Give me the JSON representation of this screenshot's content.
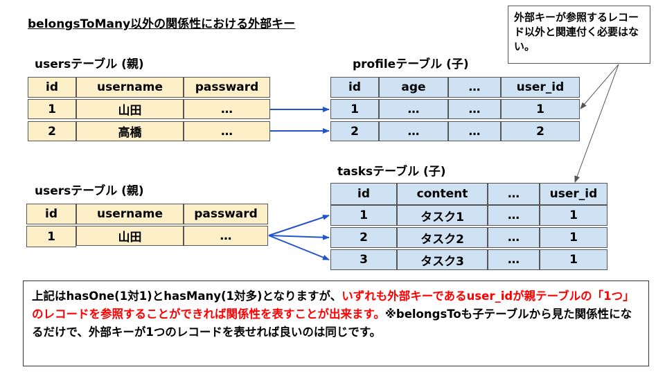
{
  "title": "belongsToMany以外の関係性における外部キー",
  "note": "外部キーが参照するレコード以外と関連付く必要はない。",
  "upper": {
    "parent_label": "usersテーブル (親)",
    "parent_headers": [
      "id",
      "username",
      "passward"
    ],
    "parent_rows": [
      [
        "1",
        "山田",
        "…"
      ],
      [
        "2",
        "高橋",
        "…"
      ]
    ],
    "child_label": "profileテーブル (子)",
    "child_headers": [
      "id",
      "age",
      "…",
      "user_id"
    ],
    "child_rows": [
      [
        "1",
        "…",
        "…",
        "1"
      ],
      [
        "2",
        "…",
        "…",
        "2"
      ]
    ]
  },
  "lower": {
    "parent_label": "usersテーブル (親)",
    "parent_headers": [
      "id",
      "username",
      "passward"
    ],
    "parent_rows": [
      [
        "1",
        "山田",
        "…"
      ]
    ],
    "child_label": "tasksテーブル (子)",
    "child_headers": [
      "id",
      "content",
      "…",
      "user_id"
    ],
    "child_rows": [
      [
        "1",
        "タスク1",
        "…",
        "1"
      ],
      [
        "2",
        "タスク2",
        "…",
        "1"
      ],
      [
        "3",
        "タスク3",
        "…",
        "1"
      ]
    ]
  },
  "summary": {
    "part1": "上記はhasOne(1対1)とhasMany(1対多)となりますが、",
    "part2": "いずれも外部キーであるuser_idが親テーブルの「1つ」のレコードを参照することができれば関係性を表すことが出来ます。",
    "part3": "※belongsToも子テーブルから見た関係性になるだけで、外部キーが1つのレコードを表せれば良いのは同じです。"
  },
  "colors": {
    "parent_fill": "#fdf0c8",
    "child_fill": "#cfe2f3",
    "arrow": "#2255cc",
    "highlight_text": "#ff0000"
  }
}
